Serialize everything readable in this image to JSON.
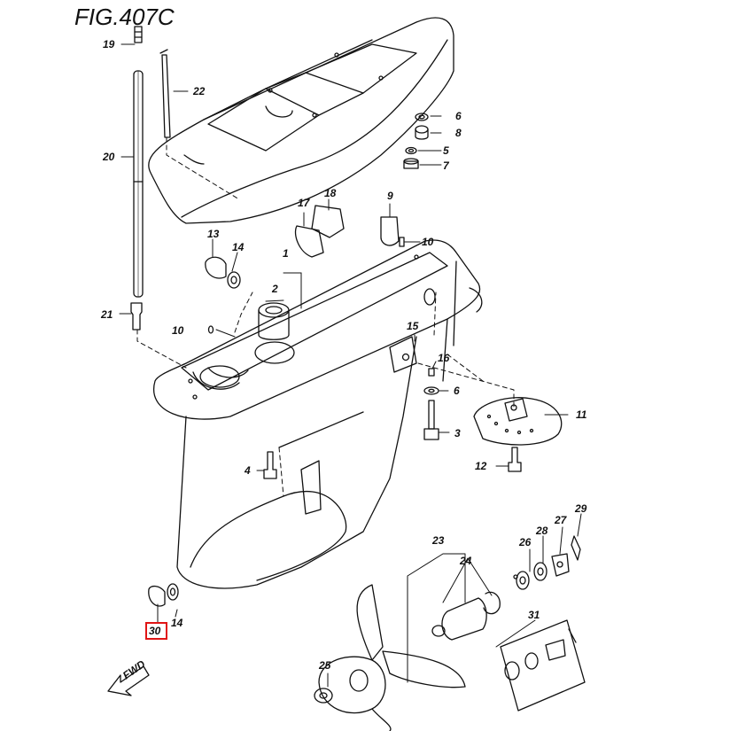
{
  "figure": {
    "title": "FIG.407C"
  },
  "callouts": [
    {
      "id": "c19",
      "label": "19"
    },
    {
      "id": "c22",
      "label": "22"
    },
    {
      "id": "c20",
      "label": "20"
    },
    {
      "id": "c6a",
      "label": "6"
    },
    {
      "id": "c8",
      "label": "8"
    },
    {
      "id": "c5",
      "label": "5"
    },
    {
      "id": "c7",
      "label": "7"
    },
    {
      "id": "c17",
      "label": "17"
    },
    {
      "id": "c18",
      "label": "18"
    },
    {
      "id": "c9",
      "label": "9"
    },
    {
      "id": "c13",
      "label": "13"
    },
    {
      "id": "c14a",
      "label": "14"
    },
    {
      "id": "c10a",
      "label": "10"
    },
    {
      "id": "c1",
      "label": "1"
    },
    {
      "id": "c2",
      "label": "2"
    },
    {
      "id": "c21",
      "label": "21"
    },
    {
      "id": "c10b",
      "label": "10"
    },
    {
      "id": "c15",
      "label": "15"
    },
    {
      "id": "c16",
      "label": "16"
    },
    {
      "id": "c6b",
      "label": "6"
    },
    {
      "id": "c11",
      "label": "11"
    },
    {
      "id": "c3",
      "label": "3"
    },
    {
      "id": "c4",
      "label": "4"
    },
    {
      "id": "c12",
      "label": "12"
    },
    {
      "id": "c29",
      "label": "29"
    },
    {
      "id": "c27",
      "label": "27"
    },
    {
      "id": "c28",
      "label": "28"
    },
    {
      "id": "c26",
      "label": "26"
    },
    {
      "id": "c23",
      "label": "23"
    },
    {
      "id": "c24",
      "label": "24"
    },
    {
      "id": "c14b",
      "label": "14"
    },
    {
      "id": "c30",
      "label": "30"
    },
    {
      "id": "c31",
      "label": "31"
    },
    {
      "id": "c25",
      "label": "25"
    }
  ],
  "highlight": {
    "label": "30",
    "color": "#e01515"
  },
  "fwd_arrow": {
    "label": "FWD"
  }
}
